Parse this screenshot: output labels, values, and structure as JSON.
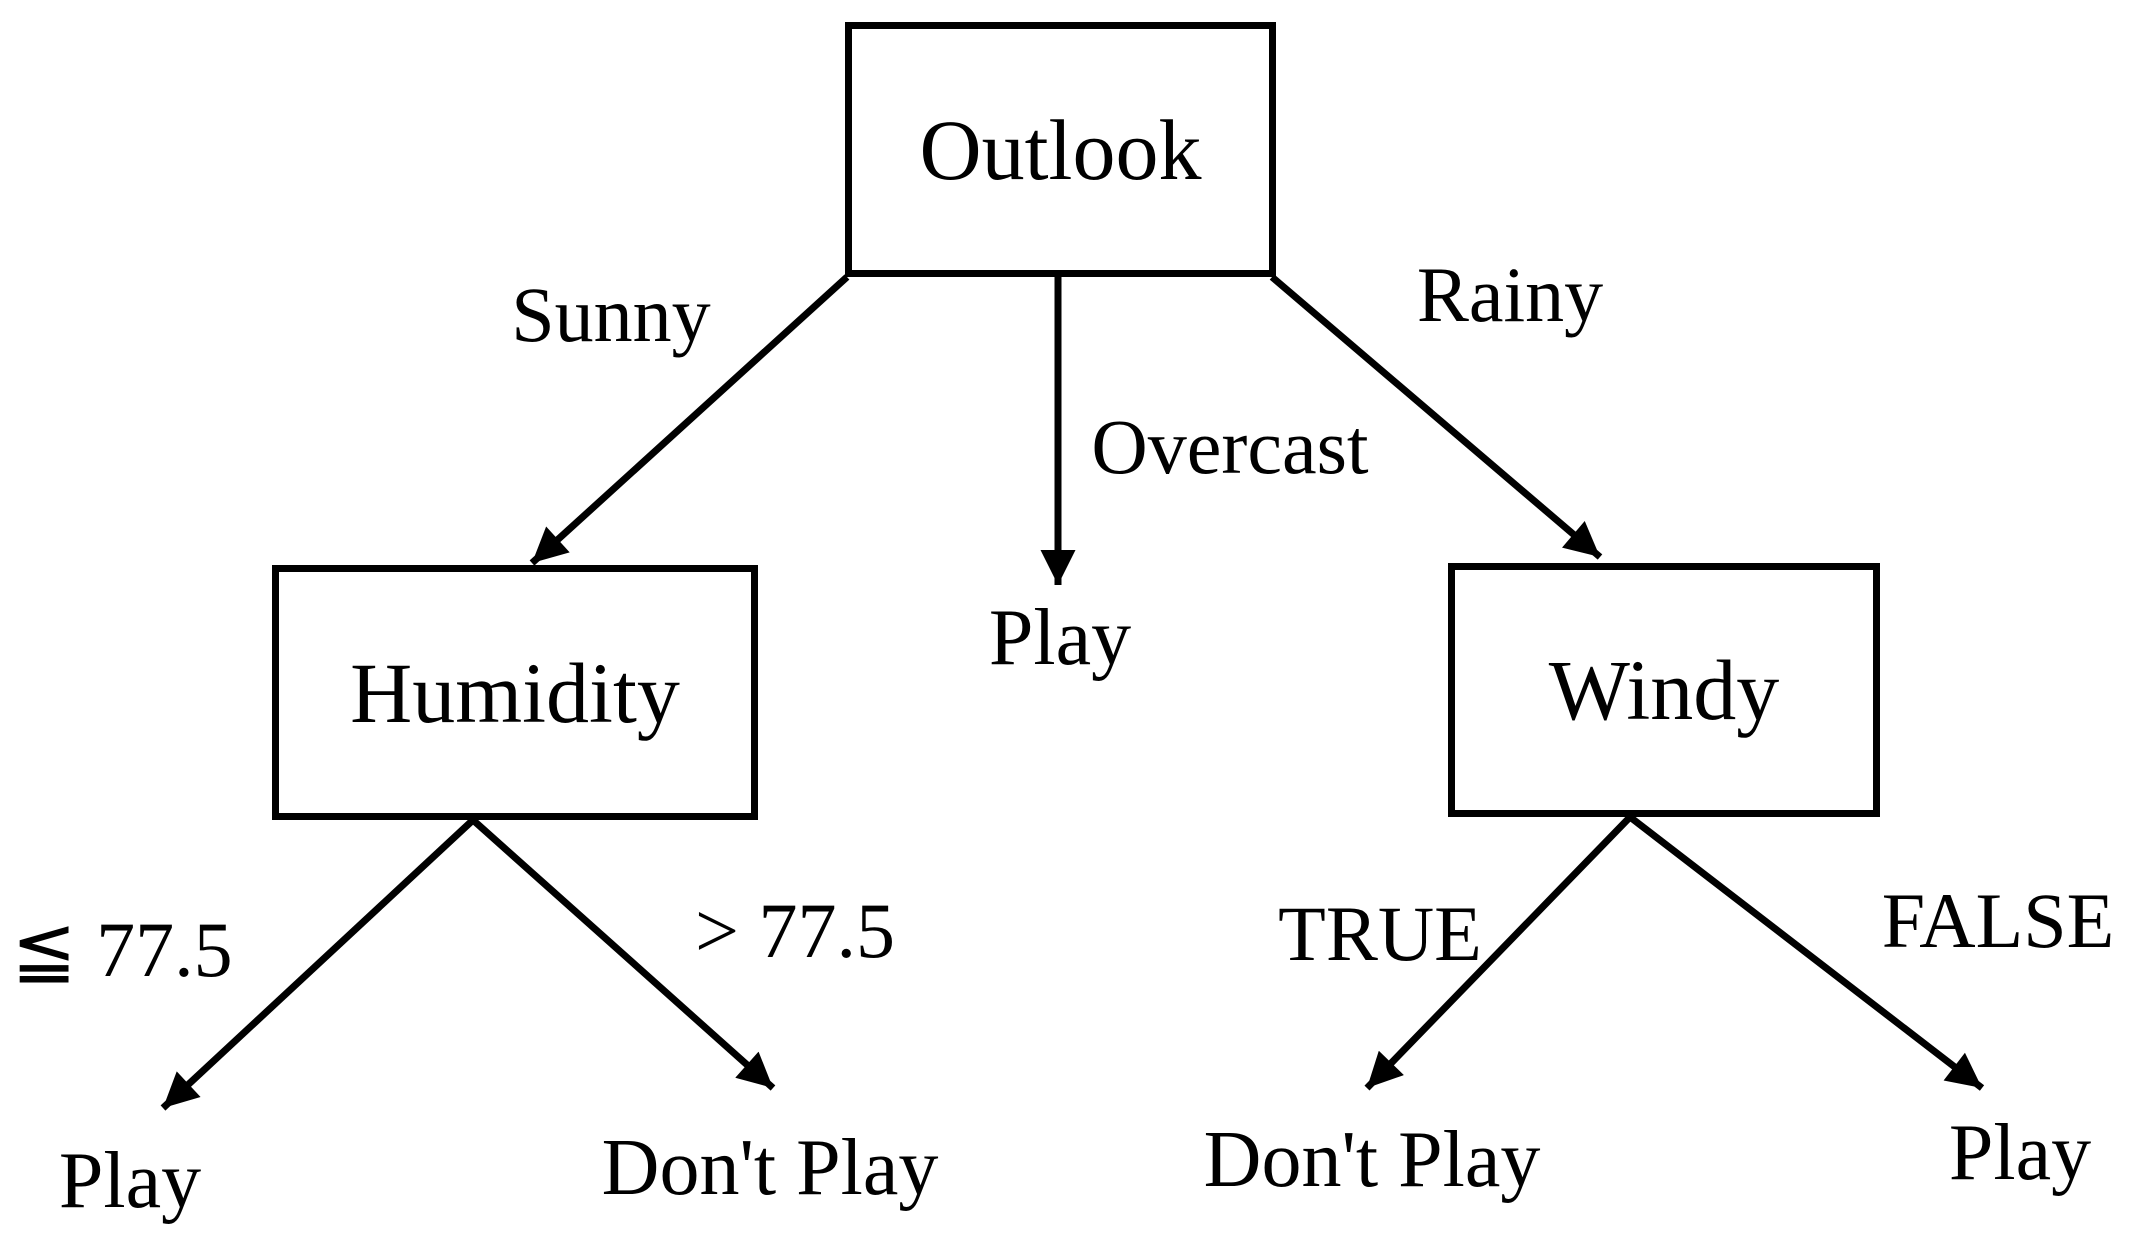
{
  "diagram": {
    "type": "decision-tree",
    "title": "",
    "colors": {
      "line": "#000000",
      "text": "#000000",
      "background": "#ffffff"
    },
    "nodes": {
      "root": {
        "label": "Outlook"
      },
      "humidity": {
        "label": "Humidity"
      },
      "windy": {
        "label": "Windy"
      }
    },
    "edges": {
      "sunny": {
        "label": "Sunny",
        "from": "Outlook",
        "to": "Humidity"
      },
      "overcast": {
        "label": "Overcast",
        "from": "Outlook",
        "to": "Play"
      },
      "rainy": {
        "label": "Rainy",
        "from": "Outlook",
        "to": "Windy"
      },
      "humidity_le": {
        "label": "≦ 77.5",
        "from": "Humidity",
        "to": "Play"
      },
      "humidity_gt": {
        "label": "> 77.5",
        "from": "Humidity",
        "to": "Don't Play"
      },
      "windy_true": {
        "label": "TRUE",
        "from": "Windy",
        "to": "Don't Play"
      },
      "windy_false": {
        "label": "FALSE",
        "from": "Windy",
        "to": "Play"
      }
    },
    "leaves": {
      "overcast_play": {
        "label": "Play"
      },
      "humidity_le_play": {
        "label": "Play"
      },
      "humidity_gt_dont_play": {
        "label": "Don't Play"
      },
      "windy_true_dont_play": {
        "label": "Don't Play"
      },
      "windy_false_play": {
        "label": "Play"
      }
    }
  }
}
